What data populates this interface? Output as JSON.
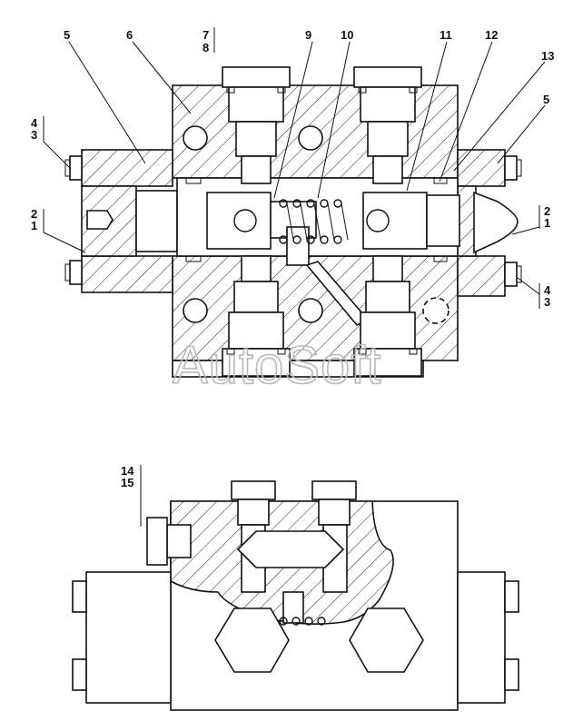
{
  "callouts_top": [
    {
      "id": "c5a",
      "text": "5"
    },
    {
      "id": "c6",
      "text": "6"
    },
    {
      "id": "c7",
      "text": "7"
    },
    {
      "id": "c8",
      "text": "8"
    },
    {
      "id": "c9",
      "text": "9"
    },
    {
      "id": "c10",
      "text": "10"
    },
    {
      "id": "c11",
      "text": "11"
    },
    {
      "id": "c12",
      "text": "12"
    },
    {
      "id": "c13",
      "text": "13"
    },
    {
      "id": "c5b",
      "text": "5"
    }
  ],
  "callouts_side": {
    "left_a_top": "4",
    "left_a_bottom": "3",
    "left_b_top": "2",
    "left_b_bottom": "1",
    "right_a_top": "2",
    "right_a_bottom": "1",
    "right_b_top": "4",
    "right_b_bottom": "3"
  },
  "callouts_bottom": {
    "top": "14",
    "bottom": "15"
  },
  "watermark": "AutoSoft"
}
